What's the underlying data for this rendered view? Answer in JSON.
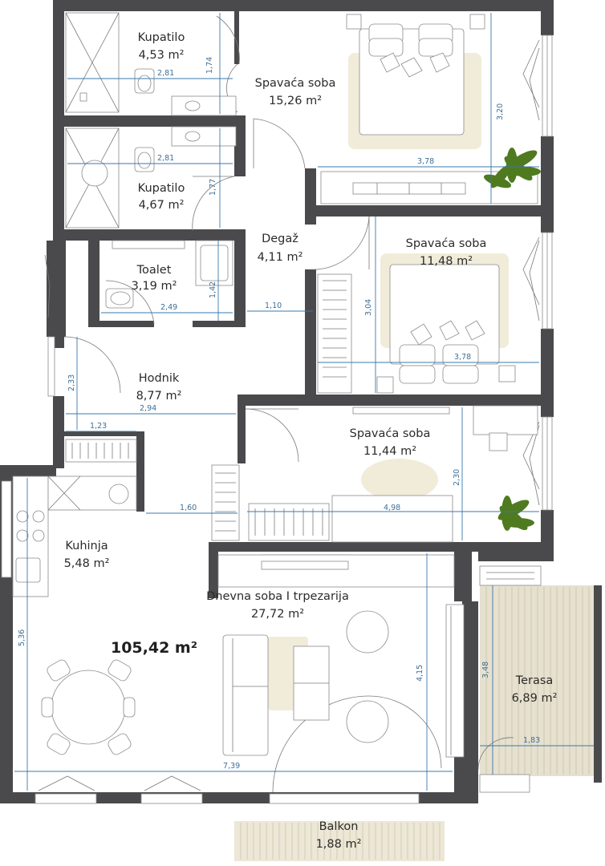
{
  "rooms": {
    "bathroom1": {
      "name": "Kupatilo",
      "area": "4,53 m²"
    },
    "bedroom1": {
      "name": "Spavaća soba",
      "area": "15,26 m²"
    },
    "bathroom2": {
      "name": "Kupatilo",
      "area": "4,67 m²"
    },
    "hall": {
      "name": "Degaž",
      "area": "4,11 m²"
    },
    "bedroom2": {
      "name": "Spavaća soba",
      "area": "11,48 m²"
    },
    "toilet": {
      "name": "Toalet",
      "area": "3,19 m²"
    },
    "corridor": {
      "name": "Hodnik",
      "area": "8,77 m²"
    },
    "bedroom3": {
      "name": "Spavaća soba",
      "area": "11,44 m²"
    },
    "kitchen": {
      "name": "Kuhinja",
      "area": "5,48 m²"
    },
    "living": {
      "name": "Dnevna soba I trpezarija",
      "area": "27,72 m²"
    },
    "terrace": {
      "name": "Terasa",
      "area": "6,89 m²"
    },
    "balcony": {
      "name": "Balkon",
      "area": "1,88 m²"
    }
  },
  "total_area": "105,42 m²",
  "dimensions": {
    "d_174": "1,74",
    "d_281a": "2,81",
    "d_320": "3,20",
    "d_378a": "3,78",
    "d_281b": "2,81",
    "d_177": "1,77",
    "d_142": "1,42",
    "d_249": "2,49",
    "d_110": "1,10",
    "d_304": "3,04",
    "d_378b": "3,78",
    "d_233": "2,33",
    "d_123": "1,23",
    "d_294": "2,94",
    "d_230": "2,30",
    "d_160": "1,60",
    "d_498": "4,98",
    "d_536": "5,36",
    "d_415": "4,15",
    "d_348": "3,48",
    "d_183": "1,83",
    "d_739": "7,39"
  },
  "colors": {
    "wall": "#4a4a4d",
    "dimension": "#3a78ad",
    "rug": "#f1ecd9",
    "terrace_deck": "#e6e1cf",
    "plant": "#4f7a1f"
  }
}
